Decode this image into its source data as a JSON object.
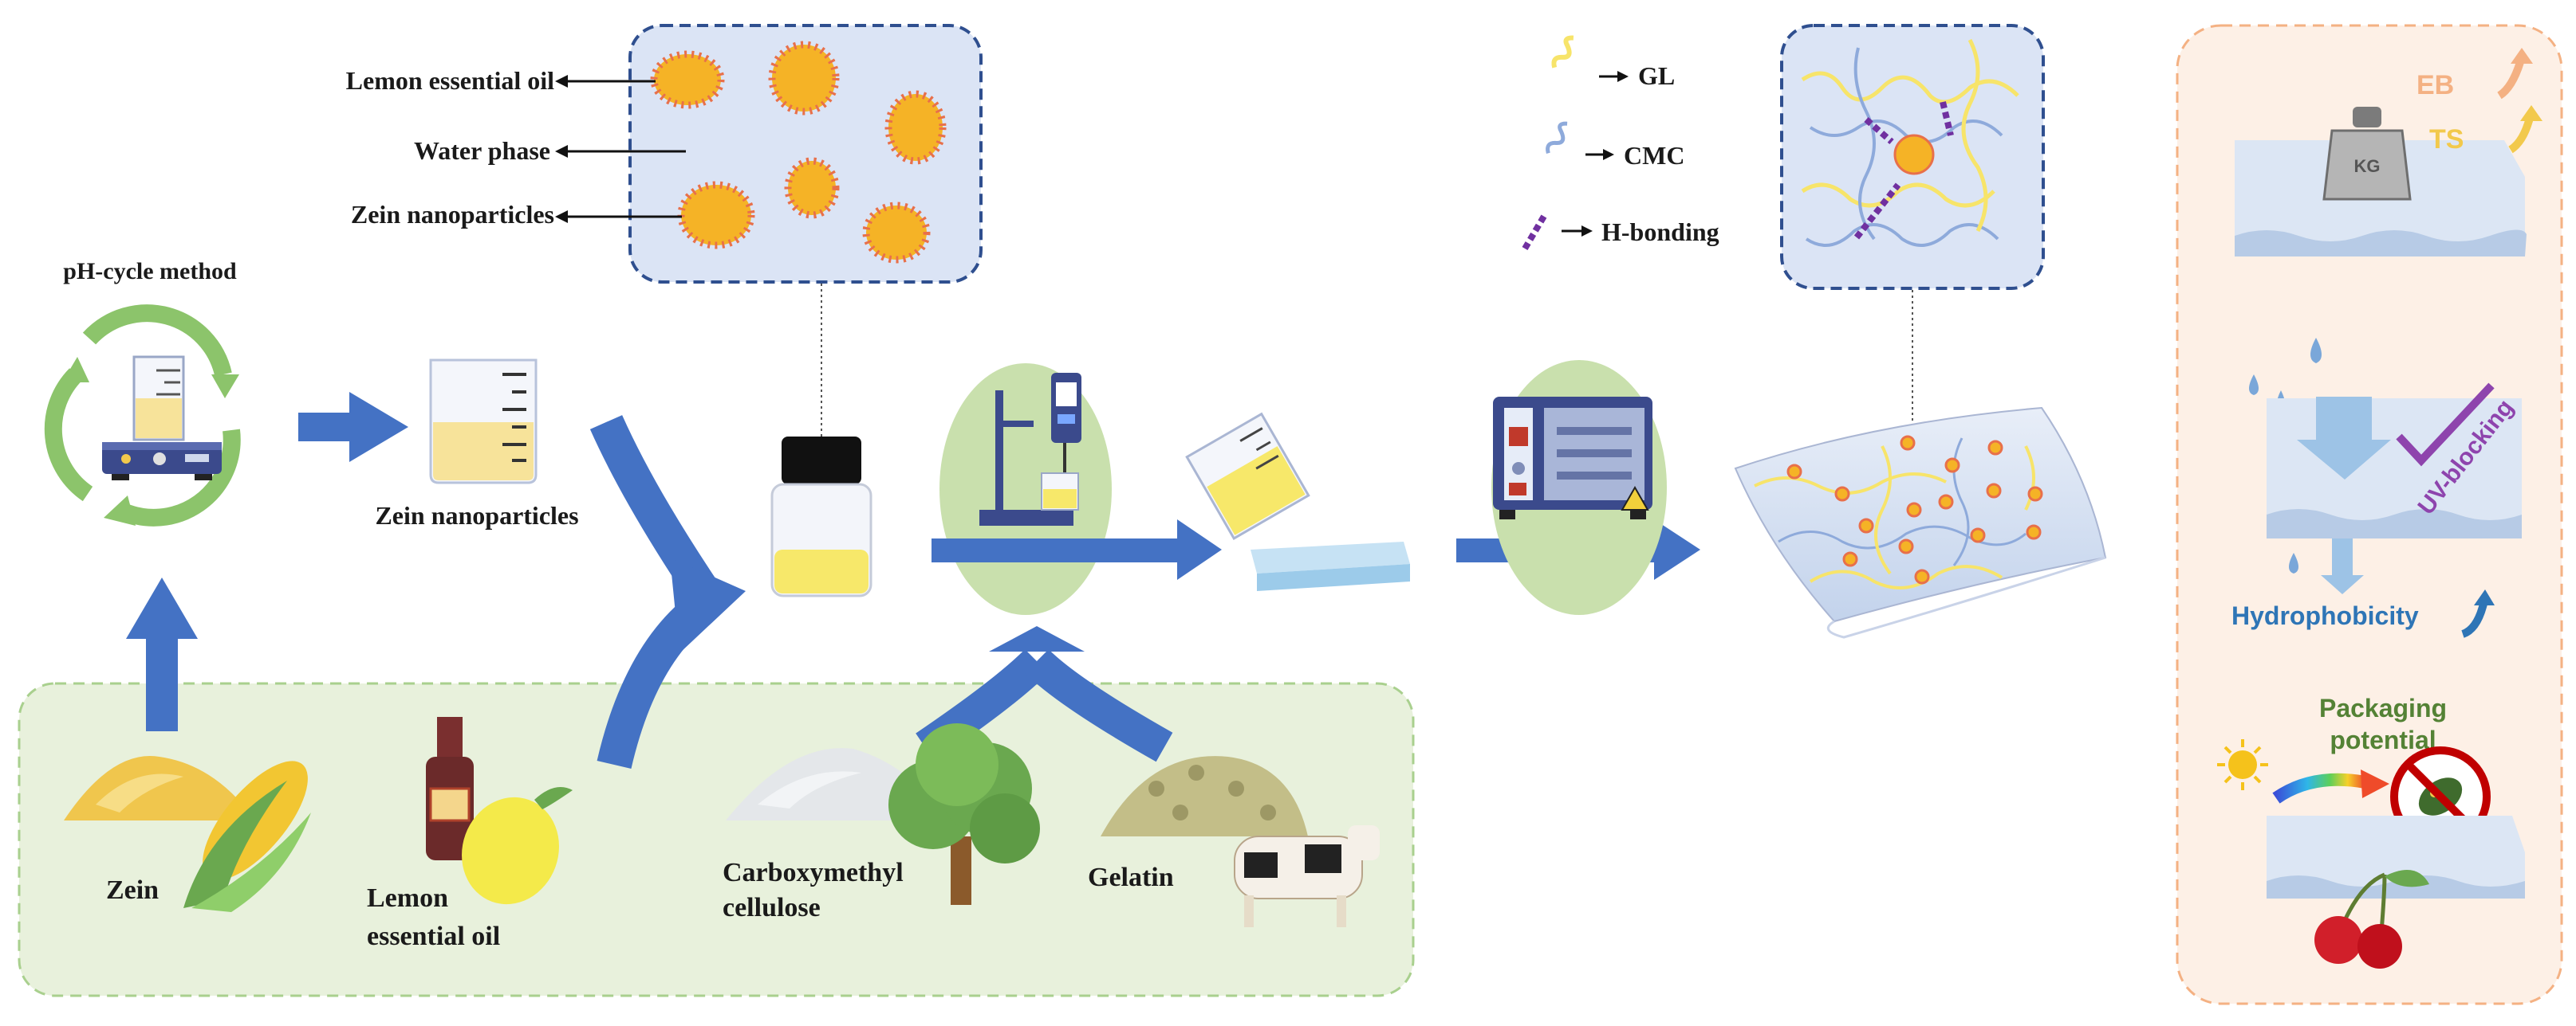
{
  "colors": {
    "arrow_blue": "#4472c4",
    "panel_green": "#e8f1dc",
    "panel_blue": "#dbe4f5",
    "circle_green": "#c9e0ad",
    "orange_border": "#f4b183",
    "particle_orange": "#f5b326",
    "eb_color": "#f4b183",
    "ts_color": "#f2c94c",
    "uv_color": "#8e44ad",
    "hydro_color": "#2e75b6",
    "packaging_color": "#548235"
  },
  "labels": {
    "ph_cycle": "pH-cycle method",
    "zein_nano": "Zein nanoparticles",
    "emulsion": {
      "oil": "Lemon essential oil",
      "water": "Water phase",
      "zein": "Zein nanoparticles"
    },
    "legend": {
      "gl": "GL",
      "cmc": "CMC",
      "hbond": "H-bonding"
    },
    "raw": {
      "zein": "Zein",
      "leo_1": "Lemon",
      "leo_2": "essential oil",
      "cmc_1": "Carboxymethyl",
      "cmc_2": "cellulose",
      "gelatin": "Gelatin"
    },
    "props": {
      "eb": "EB",
      "ts": "TS",
      "kg": "KG",
      "uv": "UV-blocking",
      "hydro": "Hydrophobicity",
      "pack_1": "Packaging",
      "pack_2": "potential"
    }
  },
  "icons": [
    "ph-cycle-icon",
    "beaker-icon",
    "vial-icon",
    "stirrer-icon",
    "pouring-beaker-icon",
    "petri-dish-icon",
    "oven-icon",
    "film-icon",
    "zein-powder-icon",
    "corn-icon",
    "oil-bottle-icon",
    "lemon-icon",
    "cmc-powder-icon",
    "tree-icon",
    "gelatin-pile-icon",
    "cow-icon",
    "weight-icon",
    "water-drop-icon",
    "sun-icon",
    "no-bacteria-icon",
    "cherry-icon"
  ]
}
